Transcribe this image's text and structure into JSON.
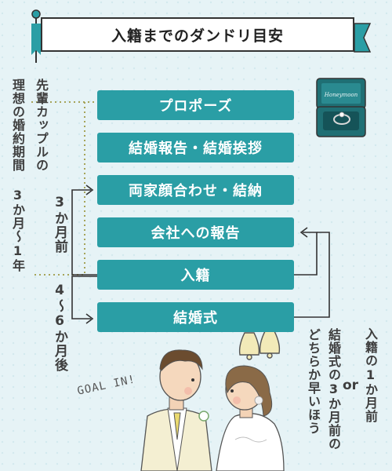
{
  "title": "入籍までのダンドリ目安",
  "steps": [
    {
      "label": "プロポーズ"
    },
    {
      "label": "結婚報告・結婚挨拶"
    },
    {
      "label": "両家顔合わせ・結納"
    },
    {
      "label": "会社への報告"
    },
    {
      "label": "入籍"
    },
    {
      "label": "結婚式"
    }
  ],
  "notes": {
    "engagement_col1": "先輩カップルの",
    "engagement_col2": "理想の婚約期間 3か月〜1年",
    "three_months_before": "3か月前",
    "four_six_months_after": "4〜6か月後",
    "company_col1": "入籍の1か月前",
    "or": "or",
    "company_col2": "結婚式の3か月前の",
    "company_col3": "どちらか早いほう"
  },
  "illustration": {
    "goal_text": "GOAL IN!",
    "ring_box_text": "Honeymoon"
  },
  "colors": {
    "background": "#e6f3f6",
    "step_fill": "#2a9ea5",
    "title_banner": "#2a9ea5",
    "line": "#333333",
    "dotted": "#a6a45a"
  }
}
